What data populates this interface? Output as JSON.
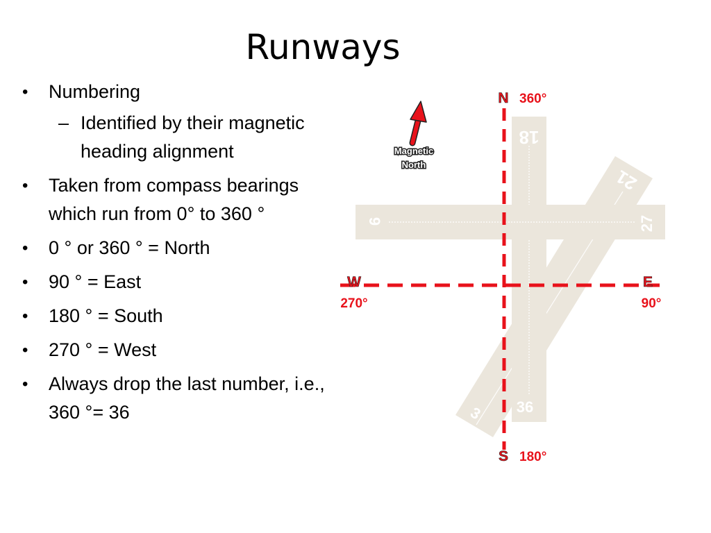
{
  "slide": {
    "title": "Runways",
    "bullets": [
      {
        "level": 1,
        "marker": "•",
        "text": "Numbering"
      },
      {
        "level": 2,
        "marker": "–",
        "text": "Identified by their magnetic heading alignment"
      },
      {
        "level": 1,
        "marker": "•",
        "text": "Taken from compass bearings which run from 0° to 360 °"
      },
      {
        "level": 1,
        "marker": "•",
        "text": "0 ° or 360 ° = North"
      },
      {
        "level": 1,
        "marker": "•",
        "text": "90 ° = East"
      },
      {
        "level": 1,
        "marker": "•",
        "text": "180 ° = South"
      },
      {
        "level": 1,
        "marker": "•",
        "text": "270 ° = West"
      },
      {
        "level": 1,
        "marker": "•",
        "text": "Always drop the last number, i.e., 360 °= 36"
      }
    ]
  },
  "diagram": {
    "magnetic_north": {
      "line1": "Magnetic",
      "line2": "North"
    },
    "compass": {
      "north": {
        "letter": "N",
        "degrees": "360°"
      },
      "south": {
        "letter": "S",
        "degrees": "180°"
      },
      "west": {
        "letter": "W",
        "degrees": "270°"
      },
      "east": {
        "letter": "E",
        "degrees": "90°"
      }
    },
    "runways": {
      "vertical_top": "18",
      "vertical_bottom": "36",
      "horizontal_left": "9",
      "horizontal_right": "27",
      "diagonal_top": "21",
      "diagonal_bottom": "3"
    },
    "colors": {
      "runway": "#ebe6dc",
      "compass_red": "#e8121b"
    }
  }
}
